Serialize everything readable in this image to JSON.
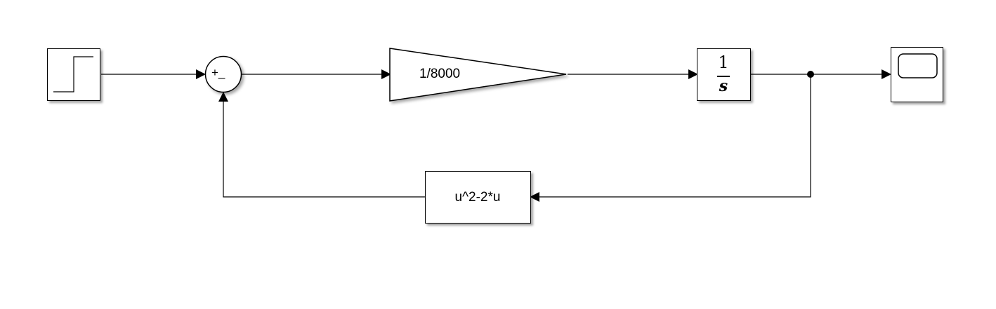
{
  "diagram": {
    "blocks": {
      "step": {
        "icon": "step-icon"
      },
      "sum": {
        "signs": "+_"
      },
      "gain": {
        "label": "1/8000"
      },
      "integrator": {
        "numerator": "1",
        "denominator": "s"
      },
      "scope": {
        "icon": "scope-icon"
      },
      "fcn": {
        "expression": "u^2-2*u"
      }
    },
    "colors": {
      "line": "#000000",
      "block_border": "#000000",
      "background": "#ffffff"
    }
  }
}
